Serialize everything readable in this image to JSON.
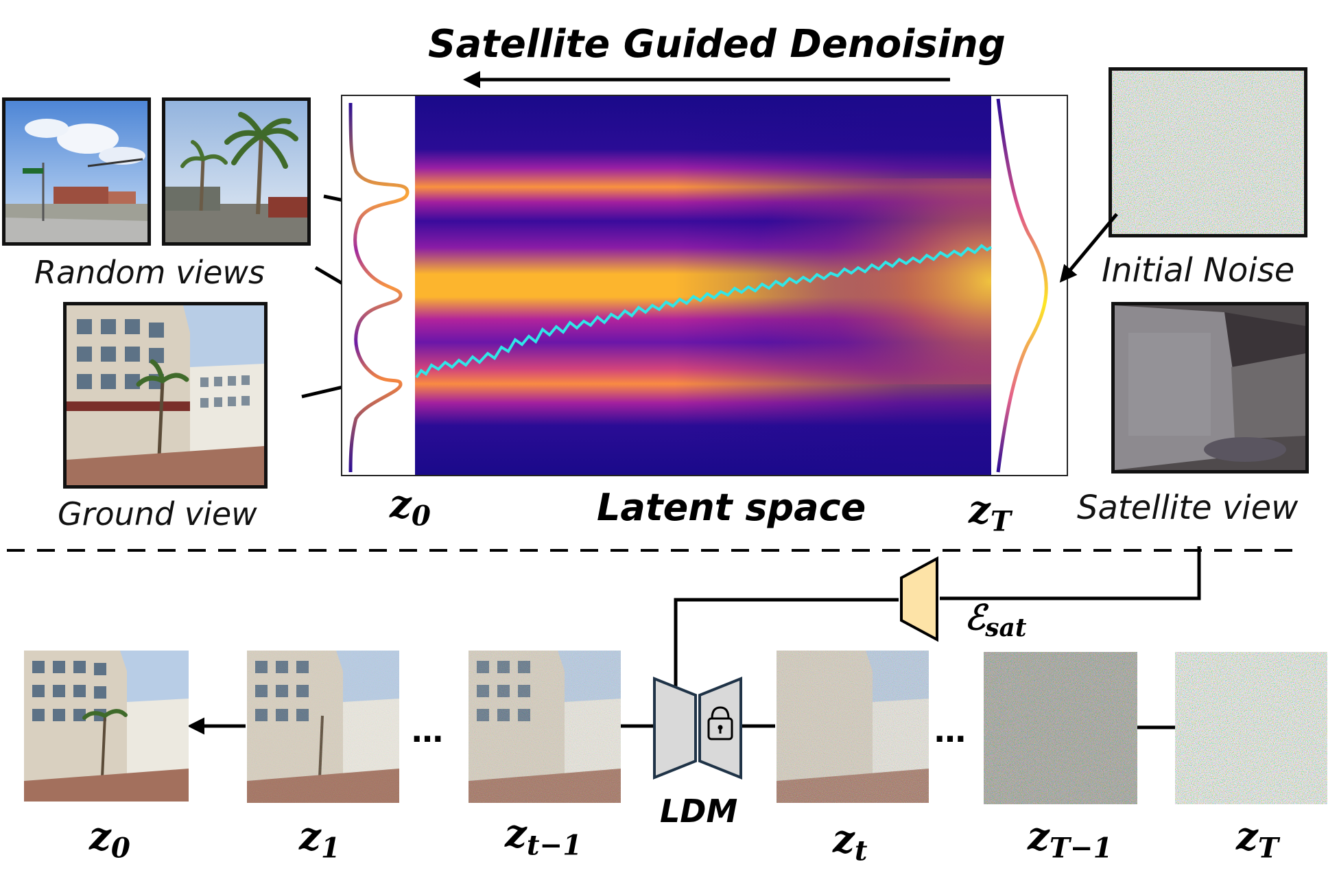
{
  "title": "Satellite Guided Denoising",
  "left_labels": {
    "random_views": "Random views",
    "ground_view": "Ground view"
  },
  "right_labels": {
    "initial_noise": "Initial Noise",
    "satellite_view": "Satellite view"
  },
  "latent": {
    "axis_label": "Latent space",
    "z0": {
      "base": "z",
      "sub": "0"
    },
    "zT": {
      "base": "z",
      "sub": "T"
    }
  },
  "encoder": {
    "base": "ℰ",
    "sub": "sat"
  },
  "ldm": {
    "label": "LDM"
  },
  "steps": [
    {
      "base": "z",
      "sub": "0"
    },
    {
      "base": "z",
      "sub": "1"
    },
    {
      "base": "z",
      "sub": "t−1"
    },
    {
      "base": "z",
      "sub": "t"
    },
    {
      "base": "z",
      "sub": "T−1"
    },
    {
      "base": "z",
      "sub": "T"
    }
  ],
  "ellipsis": "…",
  "colors": {
    "heatmap_low": "#1a0a8a",
    "heatmap_mid": "#b1239c",
    "heatmap_high": "#fdb42f",
    "trajectory": "#30e6e8",
    "encoder_fill": "#fde3a7",
    "ldm_fill": "#d9d9d9"
  }
}
